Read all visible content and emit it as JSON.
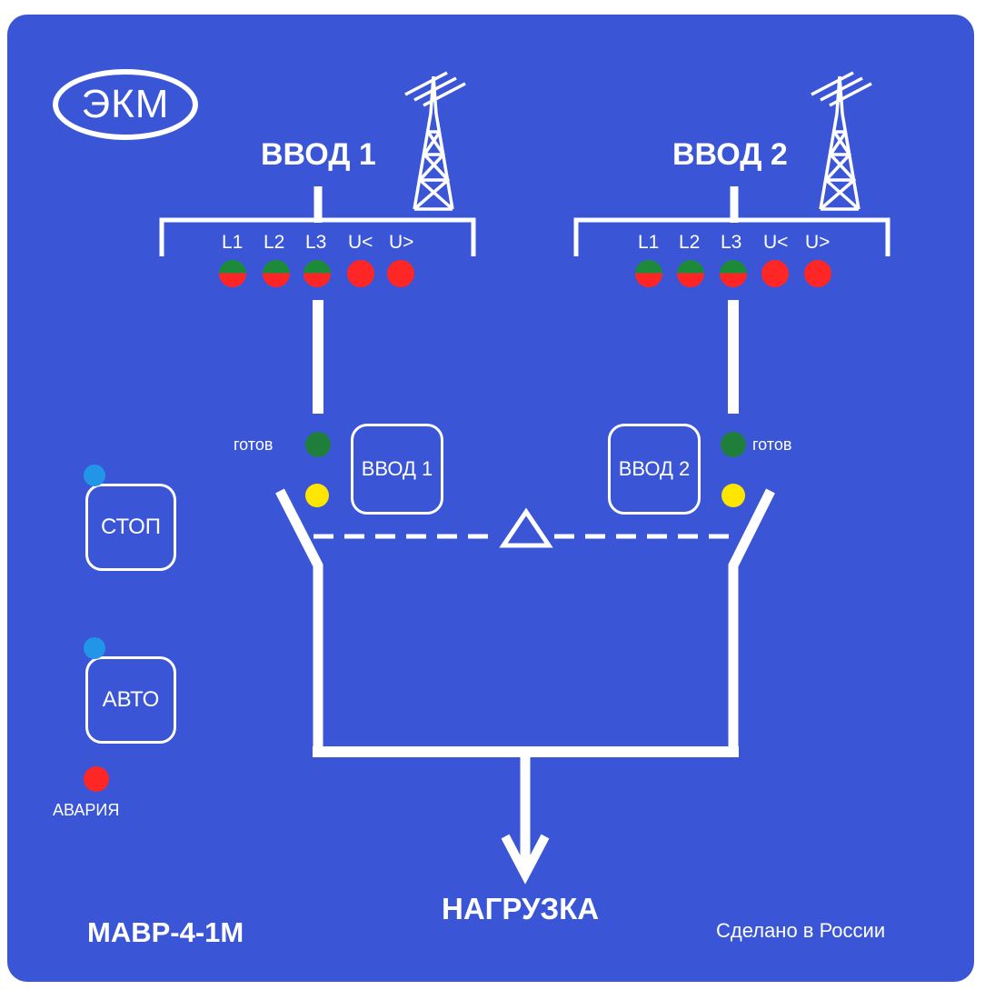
{
  "logo": {
    "text": "ЭКМ"
  },
  "inputs": [
    {
      "title": "ВВОД 1",
      "phases": [
        "L1",
        "L2",
        "L3",
        "U<",
        "U>"
      ],
      "ready_label": "готов",
      "button_label": "ВВОД 1"
    },
    {
      "title": "ВВОД 2",
      "phases": [
        "L1",
        "L2",
        "L3",
        "U<",
        "U>"
      ],
      "ready_label": "готов",
      "button_label": "ВВОД 2"
    }
  ],
  "controls": {
    "stop_label": "СТОП",
    "auto_label": "АВТО",
    "alarm_label": "АВАРИЯ"
  },
  "load_label": "НАГРУЗКА",
  "model": "МАВР-4-1М",
  "made_in": "Сделано в России",
  "colors": {
    "panel": "#3a55d6",
    "line": "#ffffff",
    "led_green": "#1f7f3a",
    "led_red": "#ff2626",
    "led_yellow": "#ffe600",
    "led_blue": "#2196e8"
  }
}
